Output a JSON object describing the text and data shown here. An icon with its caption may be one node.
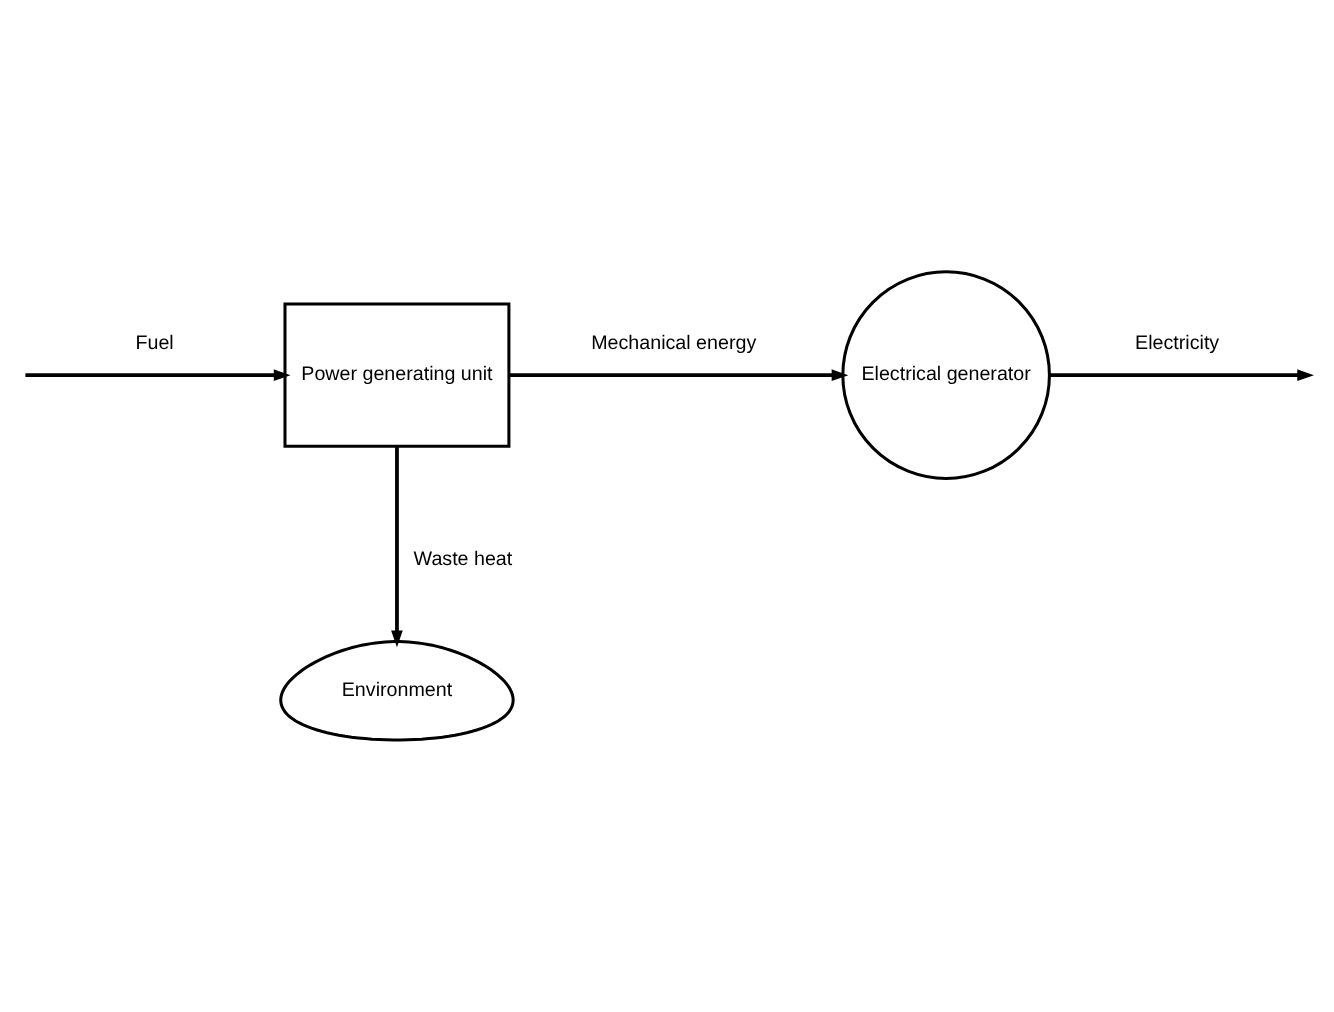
{
  "diagram": {
    "nodes": [
      {
        "text": [
          "Power generating unit"
        ]
      },
      {
        "text": [
          "Electrical generator"
        ]
      },
      {
        "text": [
          "Environment"
        ]
      }
    ],
    "edges": [
      {
        "from": null,
        "to": 0,
        "arrow": "to",
        "label": "Fuel"
      },
      {
        "from": 0,
        "to": 1,
        "arrow": "to",
        "label": "Mechanical energy"
      },
      {
        "from": 1,
        "to": null,
        "arrow": "to",
        "label": "Electricity"
      },
      {
        "from": 0,
        "to": 2,
        "arrow": "to",
        "label": "Waste heat"
      }
    ]
  }
}
